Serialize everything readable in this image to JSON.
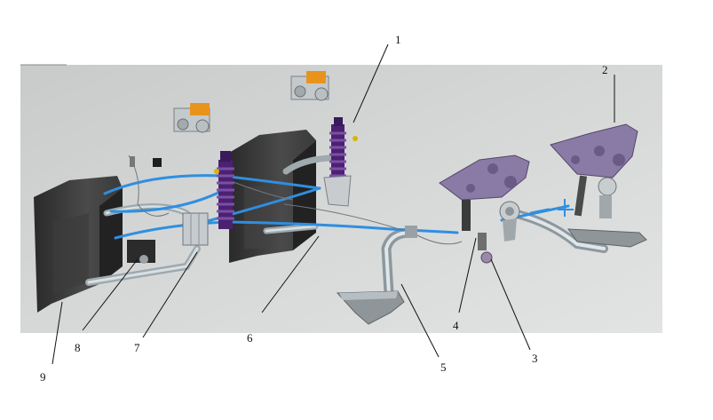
{
  "diagram": {
    "callouts": [
      {
        "id": "1",
        "text": "1"
      },
      {
        "id": "2",
        "text": "2"
      },
      {
        "id": "3",
        "text": "3"
      },
      {
        "id": "4",
        "text": "4"
      },
      {
        "id": "5",
        "text": "5"
      },
      {
        "id": "6",
        "text": "6"
      },
      {
        "id": "7",
        "text": "7"
      },
      {
        "id": "8",
        "text": "8"
      },
      {
        "id": "9",
        "text": "9"
      }
    ],
    "colors": {
      "background_panel": "#cfd1d1",
      "tube_blue": "#2f8fe0",
      "shock_purple": "#5b2a86",
      "pedal_bracket": "#8a7aa6",
      "orange_block": "#e8941c",
      "dark_panel": "#3a3a3a",
      "pipe_grey": "#b8c2c8"
    }
  }
}
